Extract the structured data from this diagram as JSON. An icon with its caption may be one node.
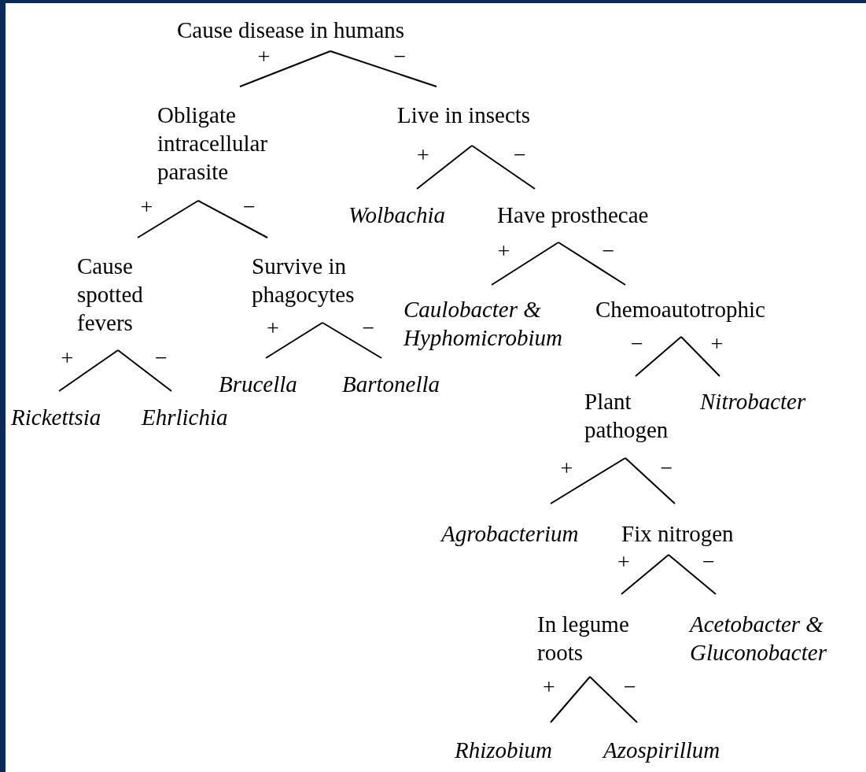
{
  "diagram": {
    "nodes": [
      {
        "text": [
          "Cause disease in humans"
        ]
      },
      {
        "text": [
          "Obligate intracellular parasite"
        ]
      },
      {
        "text": [
          "Live in insects"
        ]
      },
      {
        "text": [
          "Cause spotted fevers"
        ]
      },
      {
        "text": [
          "Survive in phagocytes"
        ]
      },
      {
        "text": [
          "Rickettsia"
        ]
      },
      {
        "text": [
          "Ehrlichia"
        ]
      },
      {
        "text": [
          "Brucella"
        ]
      },
      {
        "text": [
          "Bartonella"
        ]
      },
      {
        "text": [
          "Wolbachia"
        ]
      },
      {
        "text": [
          "Have prosthecae"
        ]
      },
      {
        "text": [
          "Caulobacter & Hyphomicrobium"
        ]
      },
      {
        "text": [
          "Chemoautotrophic"
        ]
      },
      {
        "text": [
          "Plant pathogen"
        ]
      },
      {
        "text": [
          "Nitrobacter"
        ]
      },
      {
        "text": [
          "Agrobacterium"
        ]
      },
      {
        "text": [
          "Fix nitrogen"
        ]
      },
      {
        "text": [
          "In legume roots"
        ]
      },
      {
        "text": [
          "Acetobacter & Gluconobacter"
        ]
      },
      {
        "text": [
          "Rhizobium"
        ]
      },
      {
        "text": [
          "Azospirillum"
        ]
      }
    ],
    "edges": [
      {
        "from": 0,
        "to": 1,
        "arrow": "none",
        "label": "+"
      },
      {
        "from": 0,
        "to": 2,
        "arrow": "none",
        "label": "−"
      },
      {
        "from": 1,
        "to": 3,
        "arrow": "none",
        "label": "+"
      },
      {
        "from": 1,
        "to": 4,
        "arrow": "none",
        "label": "−"
      },
      {
        "from": 3,
        "to": 5,
        "arrow": "none",
        "label": "+"
      },
      {
        "from": 3,
        "to": 6,
        "arrow": "none",
        "label": "−"
      },
      {
        "from": 4,
        "to": 7,
        "arrow": "none",
        "label": "+"
      },
      {
        "from": 4,
        "to": 8,
        "arrow": "none",
        "label": "−"
      },
      {
        "from": 2,
        "to": 9,
        "arrow": "none",
        "label": "+"
      },
      {
        "from": 2,
        "to": 10,
        "arrow": "none",
        "label": "−"
      },
      {
        "from": 10,
        "to": 11,
        "arrow": "none",
        "label": "+"
      },
      {
        "from": 10,
        "to": 12,
        "arrow": "none",
        "label": "−"
      },
      {
        "from": 12,
        "to": 13,
        "arrow": "none",
        "label": "−"
      },
      {
        "from": 12,
        "to": 14,
        "arrow": "none",
        "label": "+"
      },
      {
        "from": 13,
        "to": 15,
        "arrow": "none",
        "label": "+"
      },
      {
        "from": 13,
        "to": 16,
        "arrow": "none",
        "label": "−"
      },
      {
        "from": 16,
        "to": 17,
        "arrow": "none",
        "label": "+"
      },
      {
        "from": 16,
        "to": 18,
        "arrow": "none",
        "label": "−"
      },
      {
        "from": 17,
        "to": 19,
        "arrow": "none",
        "label": "+"
      },
      {
        "from": 17,
        "to": 20,
        "arrow": "none",
        "label": "−"
      }
    ]
  }
}
